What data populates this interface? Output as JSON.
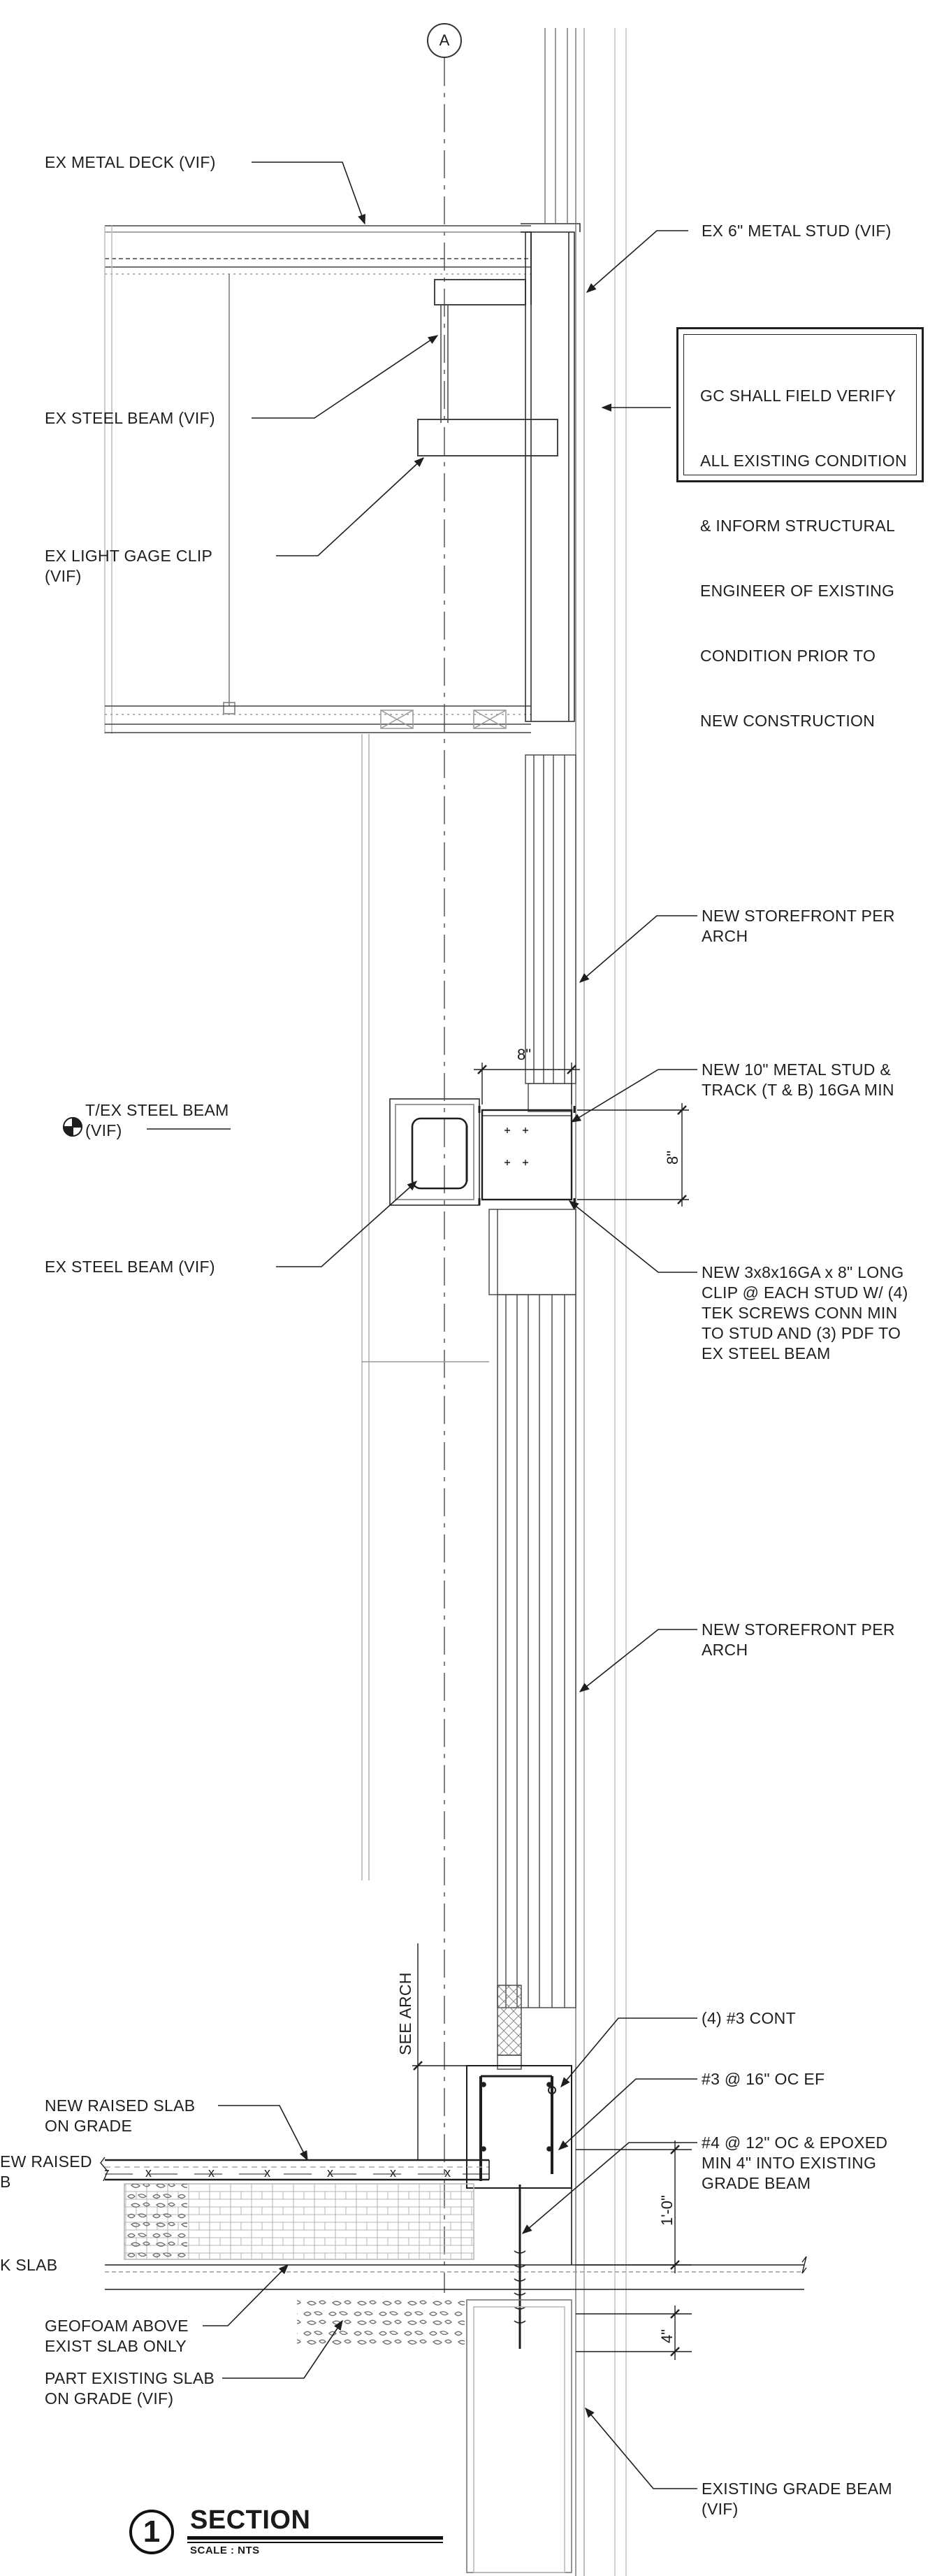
{
  "grid": {
    "bubble": "A"
  },
  "labels": {
    "ex_metal_deck": "EX METAL DECK (VIF)",
    "ex_metal_stud": "EX 6\" METAL STUD (VIF)",
    "ex_steel_beam_top": "EX STEEL BEAM (VIF)",
    "ex_light_gage_clip_1": "EX LIGHT GAGE CLIP",
    "ex_light_gage_clip_2": "(VIF)",
    "new_storefront_1a": "NEW STOREFRONT PER",
    "new_storefront_1b": "ARCH",
    "new_metal_stud_a": "NEW 10\" METAL STUD &",
    "new_metal_stud_b": "TRACK (T & B) 16GA MIN",
    "t_ex_steel_beam_a": "T/EX STEEL BEAM",
    "t_ex_steel_beam_b": "(VIF)",
    "ex_steel_beam_mid": "EX STEEL BEAM (VIF)",
    "new_clip_a": "NEW 3x8x16GA x 8\" LONG",
    "new_clip_b": "CLIP @ EACH STUD W/ (4)",
    "new_clip_c": "TEK SCREWS CONN MIN",
    "new_clip_d": "TO STUD AND (3) PDF TO",
    "new_clip_e": "EX STEEL BEAM",
    "new_storefront_2a": "NEW STOREFRONT PER",
    "new_storefront_2b": "ARCH",
    "see_arch": "SEE ARCH",
    "rebar_cont": "(4) #3 CONT",
    "rebar_ef": "#3 @ 16\" OC EF",
    "rebar_epoxy_a": "#4 @ 12\" OC & EPOXED",
    "rebar_epoxy_b": "MIN 4\" INTO EXISTING",
    "rebar_epoxy_c": "GRADE BEAM",
    "new_raised_slab_a": "NEW RAISED SLAB",
    "new_raised_slab_b": "ON GRADE",
    "cut_new_raised_a": "EW RAISED",
    "cut_new_raised_b": "B",
    "cut_ex_slab": "K SLAB",
    "geofoam_a": "GEOFOAM ABOVE",
    "geofoam_b": "EXIST SLAB ONLY",
    "part_existing_a": "PART EXISTING SLAB",
    "part_existing_b": "ON GRADE (VIF)",
    "existing_grade_beam_a": "EXISTING GRADE BEAM",
    "existing_grade_beam_b": "(VIF)"
  },
  "note": [
    "GC SHALL FIELD VERIFY",
    "ALL EXISTING CONDITION",
    "& INFORM STRUCTURAL",
    "ENGINEER OF EXISTING",
    "CONDITION PRIOR TO",
    "NEW CONSTRUCTION"
  ],
  "dims": {
    "clip_width": "8\"",
    "clip_height": "8\"",
    "beam_depth": "1'-0\"",
    "embed": "4\""
  },
  "title": {
    "number": "1",
    "name": "SECTION",
    "scale": "SCALE : NTS"
  },
  "colors": {
    "line": "#1e1e1e",
    "light_line": "#9a9a9a",
    "hatch": "#7a7a7a"
  }
}
